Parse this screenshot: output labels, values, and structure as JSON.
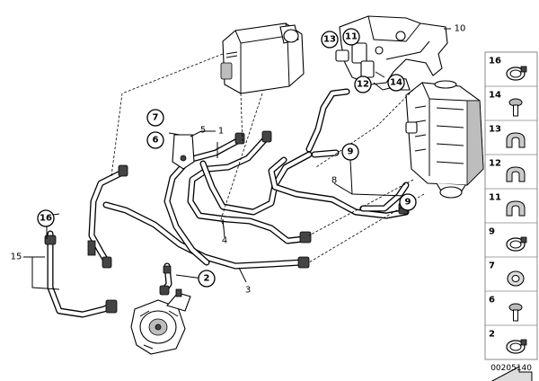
{
  "diagram": {
    "callouts": {
      "c2": "2",
      "c5": "5",
      "c7": "7",
      "c9a": "9",
      "c9b": "9",
      "c11": "11",
      "c12": "12",
      "c13": "13",
      "c14": "14",
      "c16": "16"
    },
    "labels": {
      "l1": "1",
      "l3": "3",
      "l4": "4",
      "l6": "6",
      "l8": "8",
      "l10": "10",
      "l15": "15"
    }
  },
  "legend": {
    "items": [
      {
        "num": "16",
        "icon": "hose-clamp-icon"
      },
      {
        "num": "14",
        "icon": "screw-icon"
      },
      {
        "num": "13",
        "icon": "pipe-clip-icon"
      },
      {
        "num": "12",
        "icon": "pipe-clip-icon"
      },
      {
        "num": "11",
        "icon": "pipe-clip-icon"
      },
      {
        "num": "9",
        "icon": "hose-clamp-icon"
      },
      {
        "num": "7",
        "icon": "grommet-icon"
      },
      {
        "num": "6",
        "icon": "screw-icon"
      },
      {
        "num": "2",
        "icon": "hose-clamp-icon"
      }
    ],
    "arrow_icon": "arrow-icon"
  },
  "diagram_code": "00205140"
}
